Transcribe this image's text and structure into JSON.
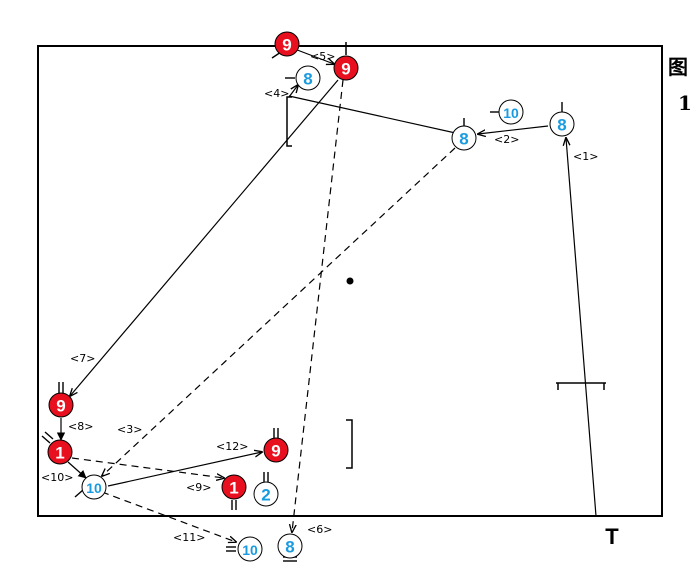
{
  "figure": {
    "label_char": "图",
    "label_num": "1"
  },
  "colors": {
    "red": "#e8101e",
    "blue": "#1a9be0",
    "line": "#000000",
    "bg": "#ffffff"
  },
  "players": [
    {
      "id": "r9-top",
      "team": "red",
      "number": "9"
    },
    {
      "id": "r9-top2",
      "team": "red",
      "number": "9"
    },
    {
      "id": "b8-top",
      "team": "blue",
      "number": "8"
    },
    {
      "id": "b10-right",
      "team": "blue",
      "number": "10"
    },
    {
      "id": "b8-mid",
      "team": "blue",
      "number": "8"
    },
    {
      "id": "b8-right",
      "team": "blue",
      "number": "8"
    },
    {
      "id": "r9-left",
      "team": "red",
      "number": "9"
    },
    {
      "id": "r1-left",
      "team": "red",
      "number": "1"
    },
    {
      "id": "b10-left",
      "team": "blue",
      "number": "10"
    },
    {
      "id": "r9-bottom",
      "team": "red",
      "number": "9"
    },
    {
      "id": "r1-bottom",
      "team": "red",
      "number": "1"
    },
    {
      "id": "b2-bottom",
      "team": "blue",
      "number": "2"
    },
    {
      "id": "b10-out",
      "team": "blue",
      "number": "10"
    },
    {
      "id": "b8-out",
      "team": "blue",
      "number": "8"
    }
  ],
  "steps": [
    "<1>",
    "<2>",
    "<3>",
    "<4>",
    "<5>",
    "<6>",
    "<7>",
    "<8>",
    "<9>",
    "<10>",
    "<11>",
    "<12>"
  ],
  "referee": "T"
}
